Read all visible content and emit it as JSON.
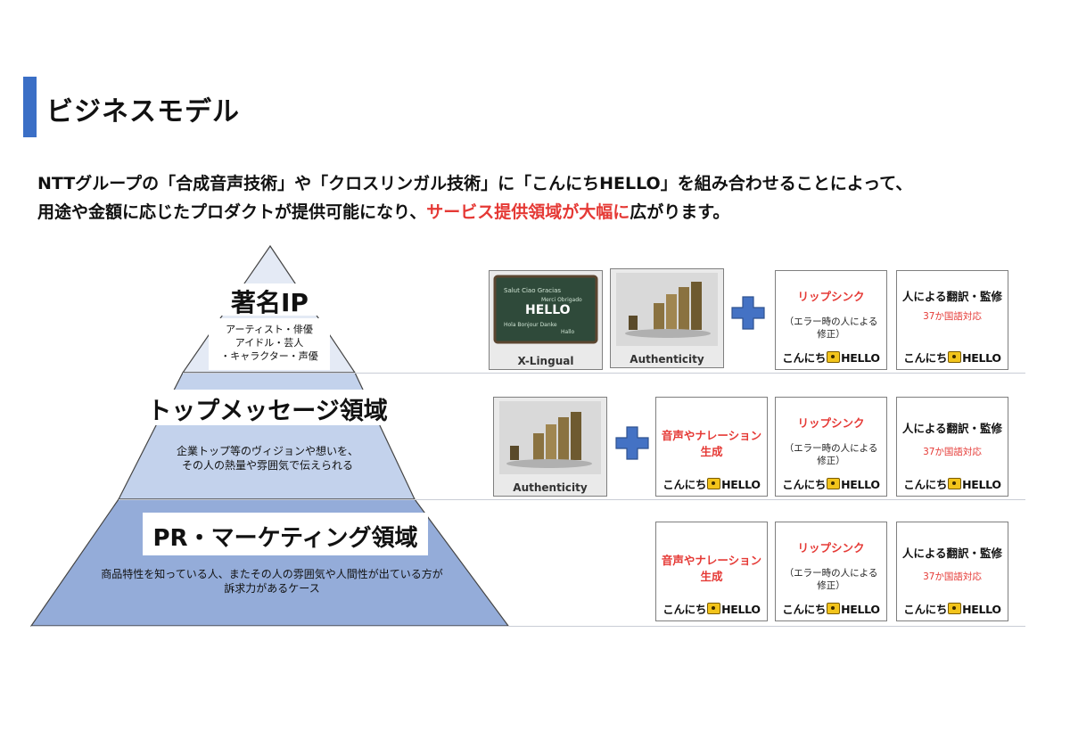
{
  "header": {
    "title": "ビジネスモデル"
  },
  "intro": {
    "line1": "NTTグループの「合成音声技術」や「クロスリンガル技術」に「こんにちHELLO」を組み合わせることによって、",
    "line2_pre": "用途や金額に応じたプロダクトが提供可能になり、",
    "line2_highlight": "サービス提供領域が大幅に",
    "line2_post": "広がります。"
  },
  "colors": {
    "accent": "#3b6fc6",
    "highlight": "#e53935",
    "pyramid_light": "#d9e1f2",
    "pyramid_mid": "#b4c6e7",
    "pyramid_dark": "#8ea9db"
  },
  "tiers": [
    {
      "title": "著名IP",
      "desc": [
        "アーティスト・俳優",
        "アイドル・芸人",
        "・キャラクター・声優"
      ]
    },
    {
      "title": "トップメッセージ領域",
      "desc": [
        "企業トップ等のヴィジョンや想いを、",
        "その人の熱量や雰囲気で伝えられる"
      ]
    },
    {
      "title": "PR・マーケティング領域",
      "desc": [
        "商品特性を知っている人、またその人の雰囲気や人間性が出ている方が",
        "訴求力があるケース"
      ]
    }
  ],
  "images": {
    "x_lingual": "X-Lingual",
    "authenticity": "Authenticity",
    "hello_word": "HELLO"
  },
  "cards": {
    "lipsync": {
      "title": "リップシンク",
      "sub1": "（エラー時の人による",
      "sub2": "修正）"
    },
    "translate": {
      "title": "人による翻訳・監修",
      "sub": "37か国語対応"
    },
    "narration": {
      "title1": "音声やナレーション",
      "title2": "生成"
    },
    "brand": {
      "pre": "こんにち",
      "post": "HELLO"
    }
  },
  "icons": [
    "plus-icon",
    "hello-logo-icon"
  ]
}
